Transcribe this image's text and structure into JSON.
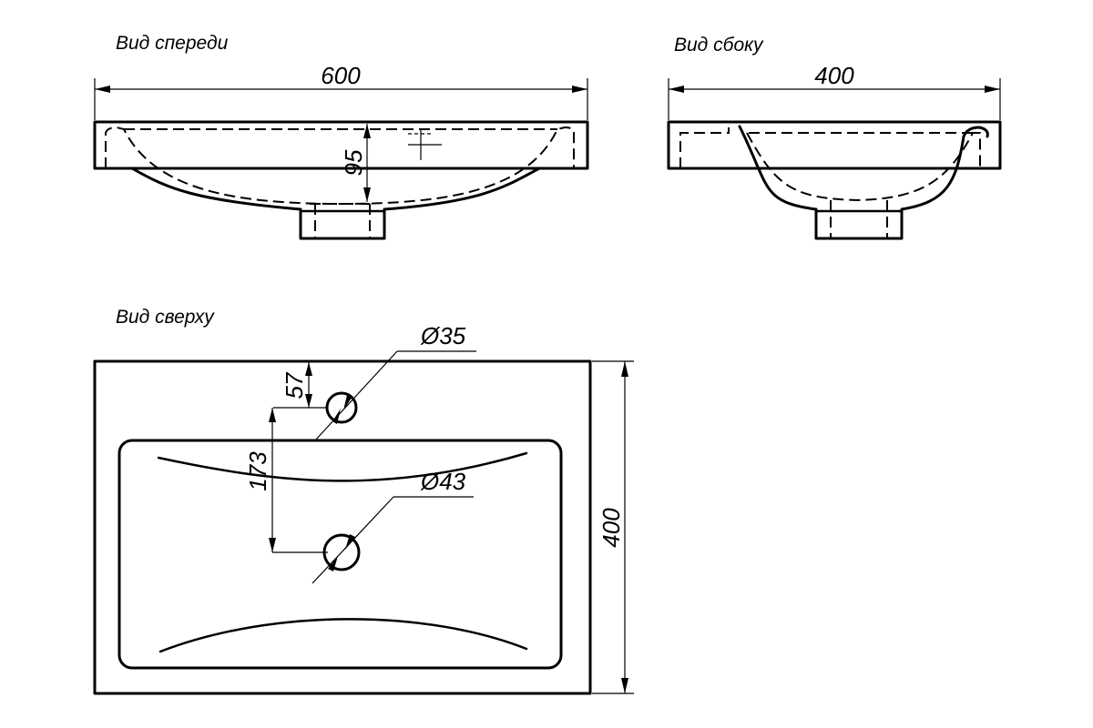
{
  "views": {
    "front": {
      "title": "Вид спереди",
      "width_dim": "600",
      "depth_dim": "95"
    },
    "side": {
      "title": "Вид сбоку",
      "width_dim": "400"
    },
    "top": {
      "title": "Вид сверху",
      "faucet_hole_dia": "Ø35",
      "drain_hole_dia": "Ø43",
      "faucet_offset_dim": "57",
      "hole_spacing_dim": "173",
      "depth_dim": "400"
    }
  },
  "colors": {
    "line": "#000000",
    "background": "#ffffff"
  }
}
